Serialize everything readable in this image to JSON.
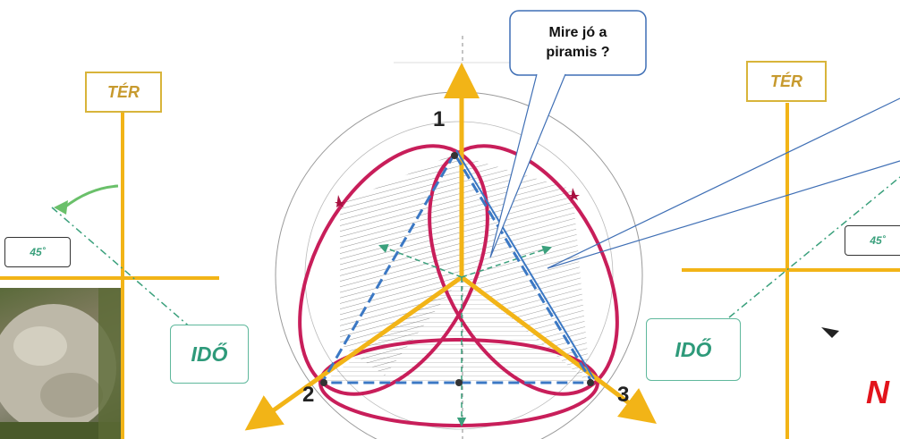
{
  "callout": {
    "line1": "Mire jó a",
    "line2": "piramis ?"
  },
  "left_panel": {
    "space_label": "TÉR",
    "time_label": "IDŐ",
    "angle_label": "45˚"
  },
  "right_panel": {
    "space_label": "TÉR",
    "time_label": "IDŐ",
    "angle_label": "45˚"
  },
  "vertex_labels": {
    "top": "1",
    "bottom_left": "2",
    "bottom_right": "3"
  },
  "cut_off_text": "N",
  "colors": {
    "axis": "#f2b417",
    "ellipse": "#c81e5a",
    "triangle": "#3b78c4",
    "time_axis": "#3aa07c",
    "callout_border": "#3f6fb5",
    "cut_off_text": "#e2141c"
  }
}
